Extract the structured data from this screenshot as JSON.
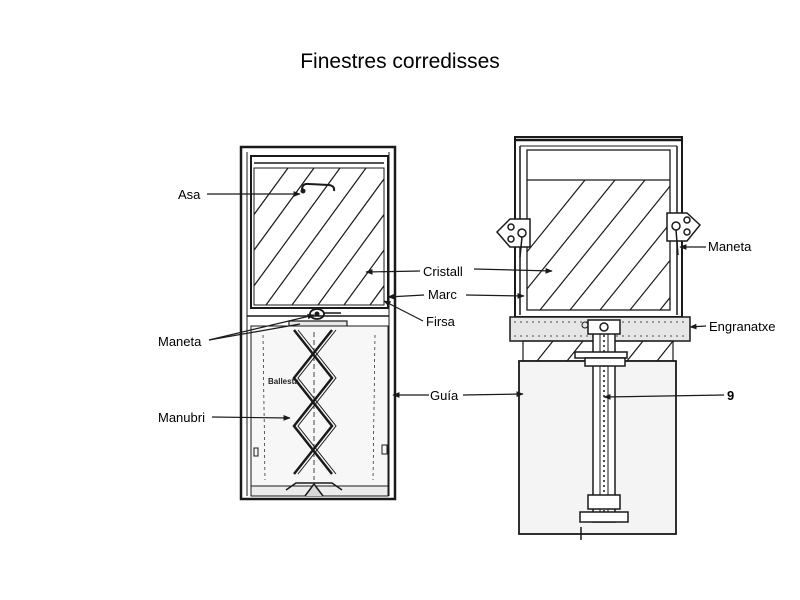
{
  "title": "Finestres corredisses",
  "labels": {
    "asa": "Asa",
    "maneta_left": "Maneta",
    "manubri": "Manubri",
    "ballesta": "Ballesta",
    "cristall": "Cristall",
    "marc": "Marc",
    "firsa": "Firsa",
    "guia": "Guía",
    "maneta_right": "Maneta",
    "engranatxe": "Engranatxe",
    "nine": "9"
  },
  "colors": {
    "ink": "#1a1a1a",
    "panel_fill": "#f4f4f4",
    "background": "#ffffff"
  }
}
